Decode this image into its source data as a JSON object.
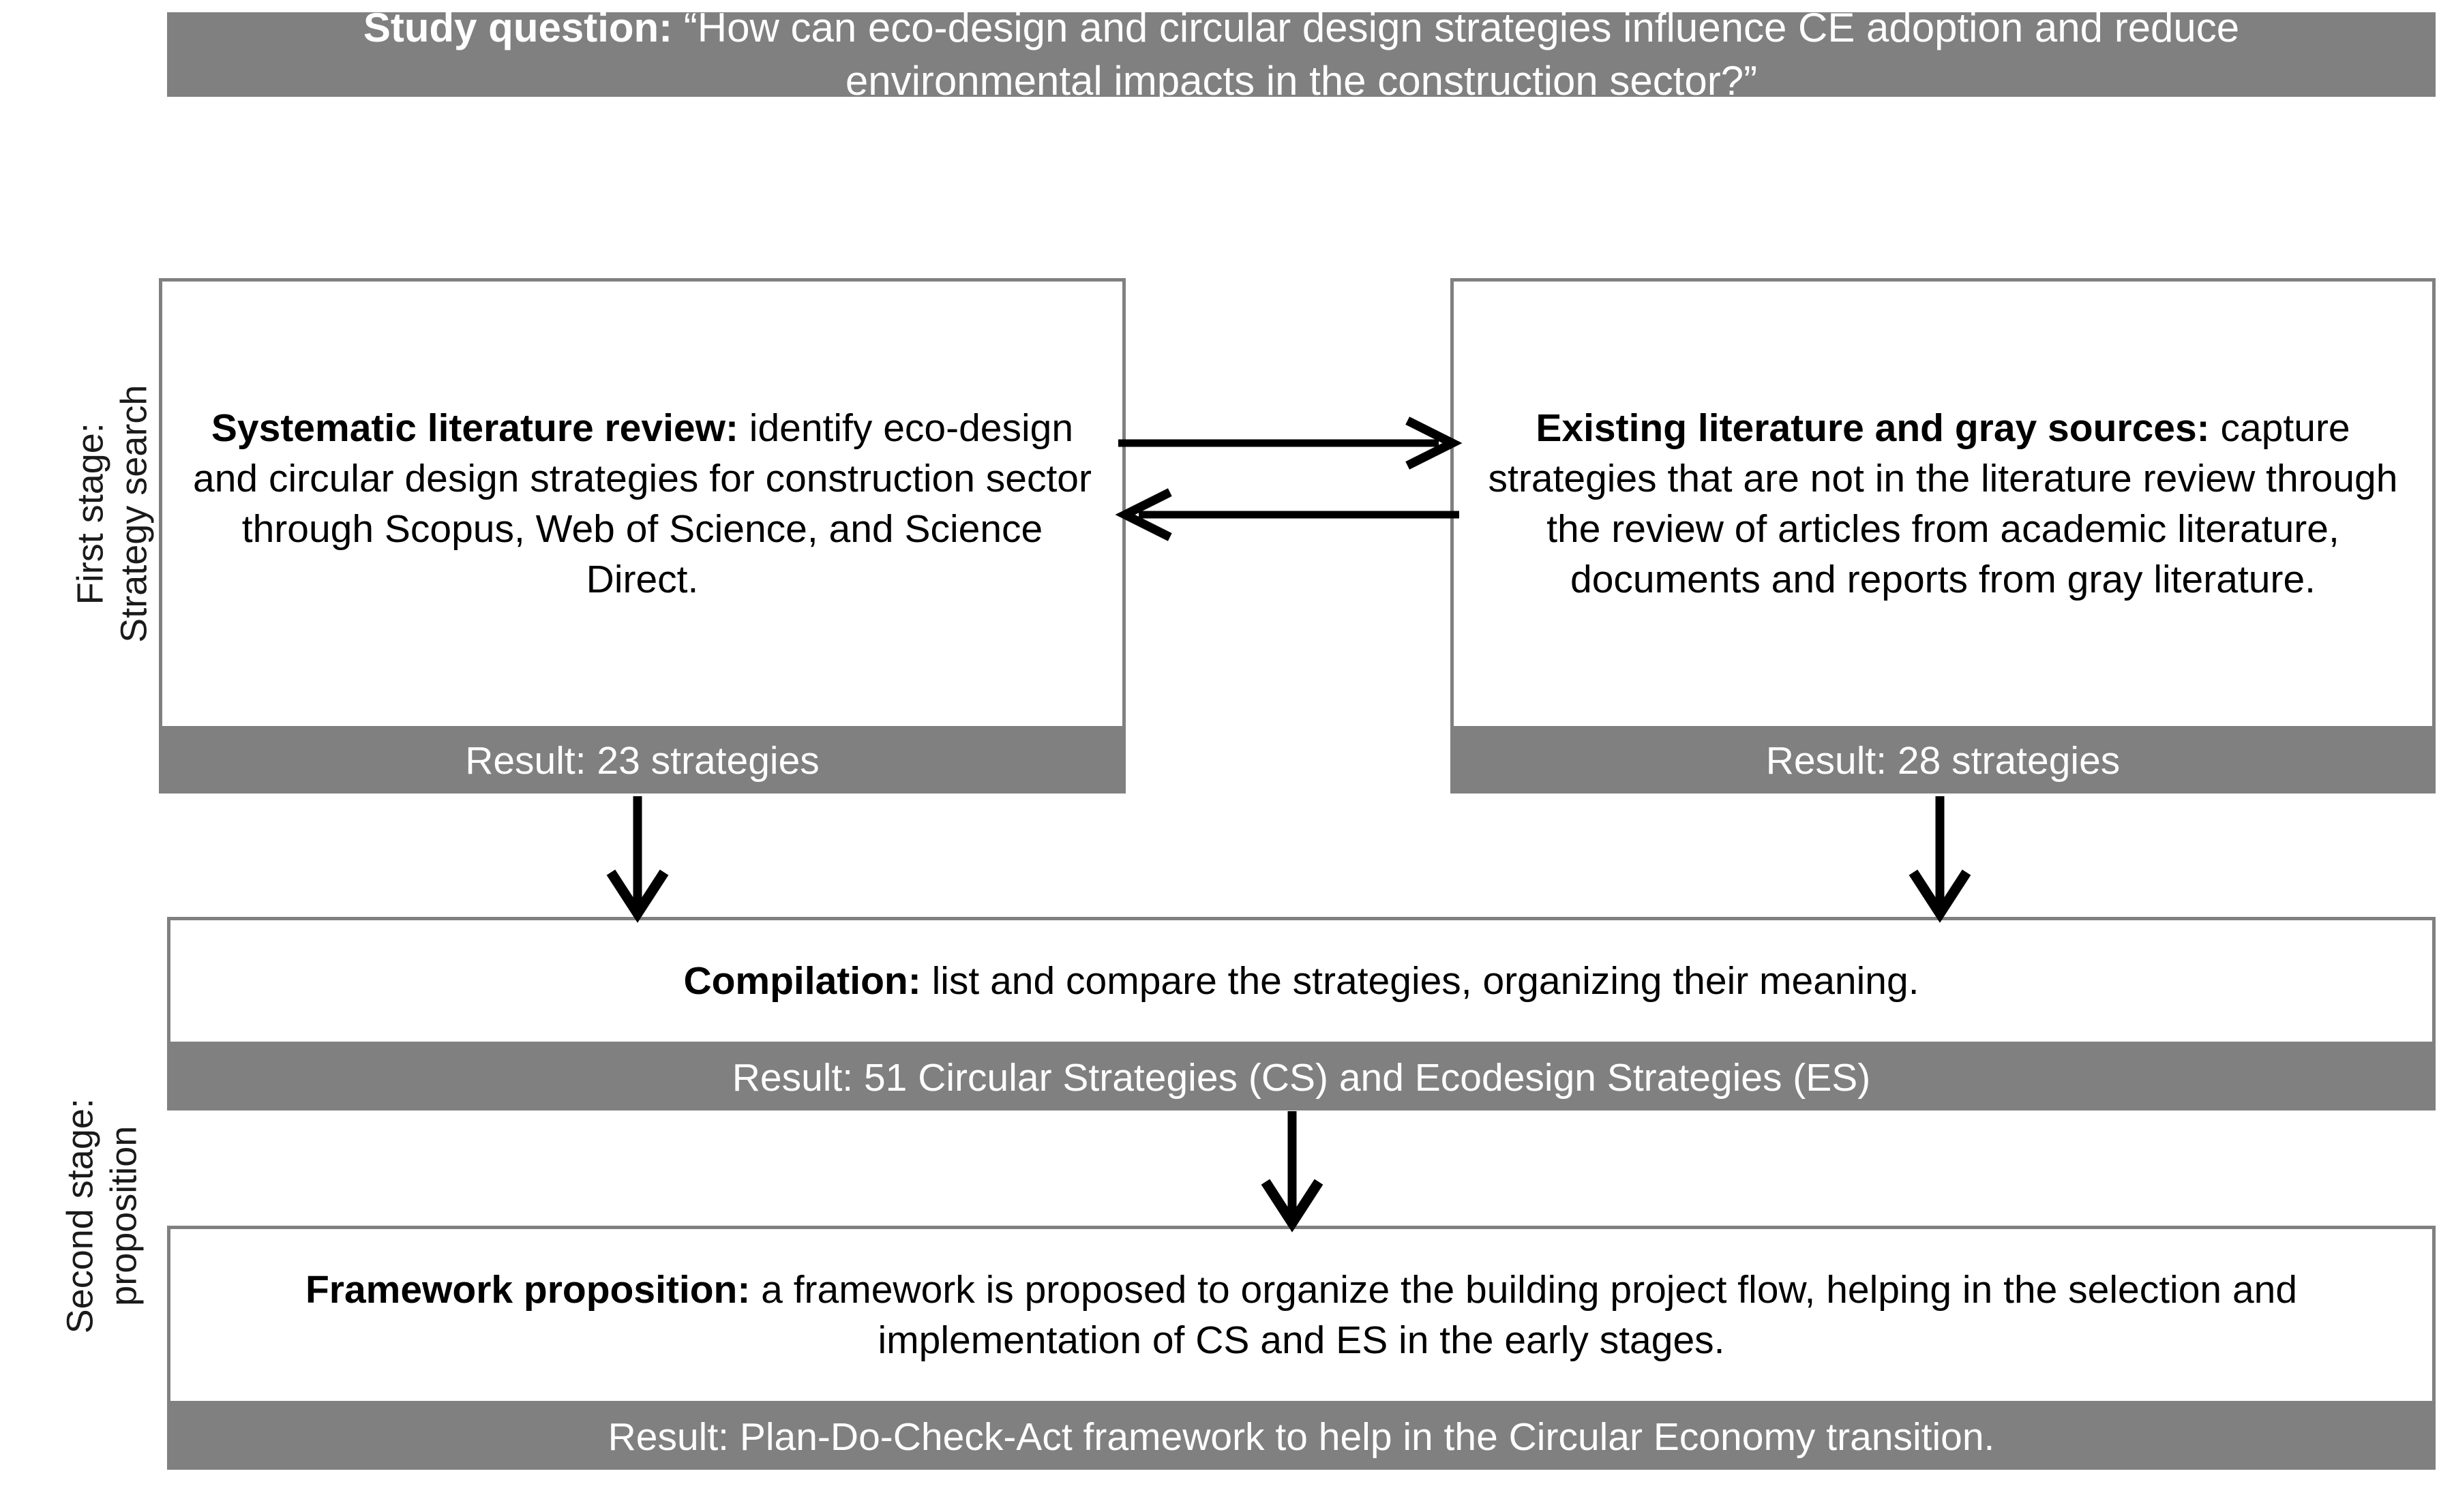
{
  "figure": {
    "title": "Study question flow diagram",
    "colors": {
      "bar_fill": "#808080",
      "bar_text": "#ffffff",
      "box_border": "#808080",
      "box_fill": "#ffffff",
      "box_text": "#000000",
      "arrow": "#000000"
    }
  },
  "study_question": {
    "label_bold": "Study question:",
    "text": " “How can eco-design and circular design strategies influence CE adoption and reduce environmental impacts in the construction sector?”"
  },
  "stages": {
    "first": {
      "line1": "First stage:",
      "line2": "Strategy search"
    },
    "second": {
      "line1": "Second stage:",
      "line2": "proposition"
    }
  },
  "boxes": {
    "systematic_literature_review": {
      "label_bold": "Systematic literature review:",
      "text": " identify eco-design and circular design strategies for construction sector through Scopus, Web of Science, and Science Direct.",
      "result": "Result: 23 strategies"
    },
    "existing_literature_gray_sources": {
      "label_bold": "Existing literature and gray sources:",
      "text": " capture strategies that are not in the literature review through the review of articles from academic literature, documents and reports from gray literature.",
      "result": "Result: 28 strategies"
    },
    "compilation": {
      "label_bold": "Compilation:",
      "text": " list and compare the strategies, organizing their meaning.",
      "result": "Result: 51 Circular Strategies (CS) and Ecodesign Strategies (ES)"
    },
    "framework_proposition": {
      "label_bold": "Framework proposition:",
      "text": " a framework is proposed to organize the building project flow, helping in the selection and implementation of CS and ES in the early stages.",
      "result": "Result: Plan-Do-Check-Act framework to help in the Circular Economy transition."
    }
  },
  "arrows": [
    {
      "name": "slr-to-gray",
      "direction": "right"
    },
    {
      "name": "gray-to-slr",
      "direction": "left"
    },
    {
      "name": "slr-to-compilation",
      "direction": "down"
    },
    {
      "name": "gray-to-compilation",
      "direction": "down"
    },
    {
      "name": "compilation-to-framework",
      "direction": "down"
    }
  ]
}
